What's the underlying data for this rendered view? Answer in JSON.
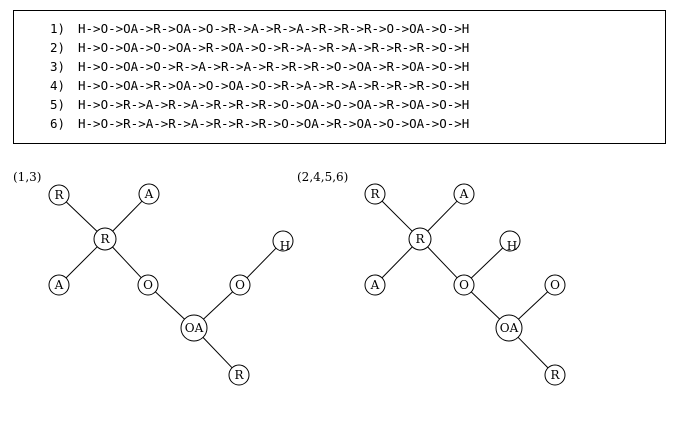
{
  "sequences": [
    {
      "num": "1)",
      "text": "H->O->OA->R->OA->O->R->A->R->A->R->R->R->O->OA->O->H"
    },
    {
      "num": "2)",
      "text": "H->O->OA->O->OA->R->OA->O->R->A->R->A->R->R->R->O->H"
    },
    {
      "num": "3)",
      "text": "H->O->OA->O->R->A->R->A->R->R->R->O->OA->R->OA->O->H"
    },
    {
      "num": "4)",
      "text": "H->O->OA->R->OA->O->OA->O->R->A->R->A->R->R->R->O->H"
    },
    {
      "num": "5)",
      "text": "H->O->R->A->R->A->R->R->R->O->OA->O->OA->R->OA->O->H"
    },
    {
      "num": "6)",
      "text": "H->O->R->A->R->A->R->R->R->O->OA->R->OA->O->OA->O->H"
    }
  ],
  "trees": [
    {
      "label": "(1,3)",
      "nodes": [
        {
          "id": "r1",
          "label": "R"
        },
        {
          "id": "a1",
          "label": "A"
        },
        {
          "id": "rc",
          "label": "R"
        },
        {
          "id": "h",
          "label": "H"
        },
        {
          "id": "a2",
          "label": "A"
        },
        {
          "id": "o1",
          "label": "O"
        },
        {
          "id": "o2",
          "label": "O"
        },
        {
          "id": "oa",
          "label": "OA"
        },
        {
          "id": "r2",
          "label": "R"
        }
      ],
      "edges": [
        [
          "r1",
          "rc"
        ],
        [
          "a1",
          "rc"
        ],
        [
          "a2",
          "rc"
        ],
        [
          "rc",
          "o1"
        ],
        [
          "o1",
          "oa"
        ],
        [
          "oa",
          "o2"
        ],
        [
          "o2",
          "h"
        ],
        [
          "oa",
          "r2"
        ]
      ]
    },
    {
      "label": "(2,4,5,6)",
      "nodes": [
        {
          "id": "r1",
          "label": "R"
        },
        {
          "id": "a1",
          "label": "A"
        },
        {
          "id": "rc",
          "label": "R"
        },
        {
          "id": "h",
          "label": "H"
        },
        {
          "id": "a2",
          "label": "A"
        },
        {
          "id": "o1",
          "label": "O"
        },
        {
          "id": "o2",
          "label": "O"
        },
        {
          "id": "oa",
          "label": "OA"
        },
        {
          "id": "r2",
          "label": "R"
        }
      ],
      "edges": [
        [
          "r1",
          "rc"
        ],
        [
          "a1",
          "rc"
        ],
        [
          "a2",
          "rc"
        ],
        [
          "rc",
          "o1"
        ],
        [
          "o1",
          "h"
        ],
        [
          "o1",
          "oa"
        ],
        [
          "oa",
          "o2"
        ],
        [
          "oa",
          "r2"
        ]
      ]
    }
  ]
}
